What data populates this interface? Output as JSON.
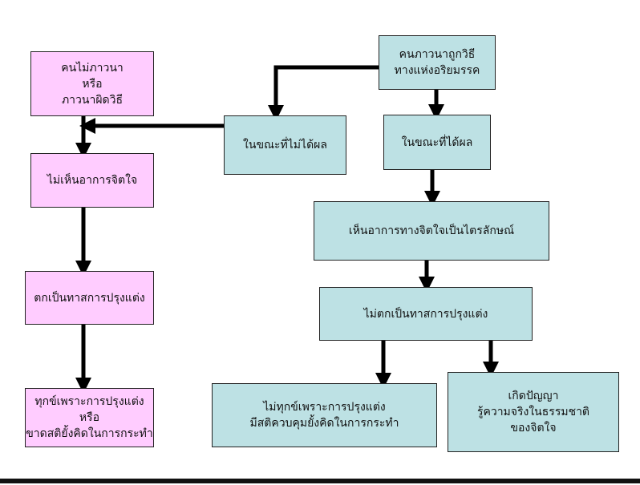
{
  "diagram": {
    "boxes": {
      "no_meditation": {
        "lines": [
          "คนไม่ภาวนา",
          "หรือ",
          "ภาวนาผิดวิธี"
        ]
      },
      "not_seeing_mind": {
        "lines": [
          "ไม่เห็นอาการจิตใจ"
        ]
      },
      "enslaved": {
        "lines": [
          "ตกเป็นทาสการปรุงแต่ง"
        ]
      },
      "suffering": {
        "lines": [
          "ทุกข์เพราะการปรุงแต่ง",
          "หรือ",
          "ขาดสติยั้งคิดในการกระทำ"
        ]
      },
      "right_meditation": {
        "lines": [
          "คนภาวนาถูกวิธี",
          "ทางแห่งอริยมรรค"
        ]
      },
      "not_yet_result": {
        "lines": [
          "ในขณะที่ไม่ได้ผล"
        ]
      },
      "with_result": {
        "lines": [
          "ในขณะที่ได้ผล"
        ]
      },
      "seeing_three_marks": {
        "lines": [
          "เห็นอาการทางจิตใจเป็นไตรลักษณ์"
        ]
      },
      "not_enslaved": {
        "lines": [
          "ไม่ตกเป็นทาสการปรุงแต่ง"
        ]
      },
      "no_suffering": {
        "lines": [
          "ไม่ทุกข์เพราะการปรุงแต่ง",
          "มีสติควบคุมยั้งคิดในการกระทำ"
        ]
      },
      "wisdom": {
        "lines": [
          "เกิดปัญญา",
          "รู้ความจริงในธรรมชาติ",
          "ของจิตใจ"
        ]
      }
    },
    "colors": {
      "pink": "#ffccff",
      "teal": "#bde1e4",
      "arrow": "#000000"
    }
  }
}
